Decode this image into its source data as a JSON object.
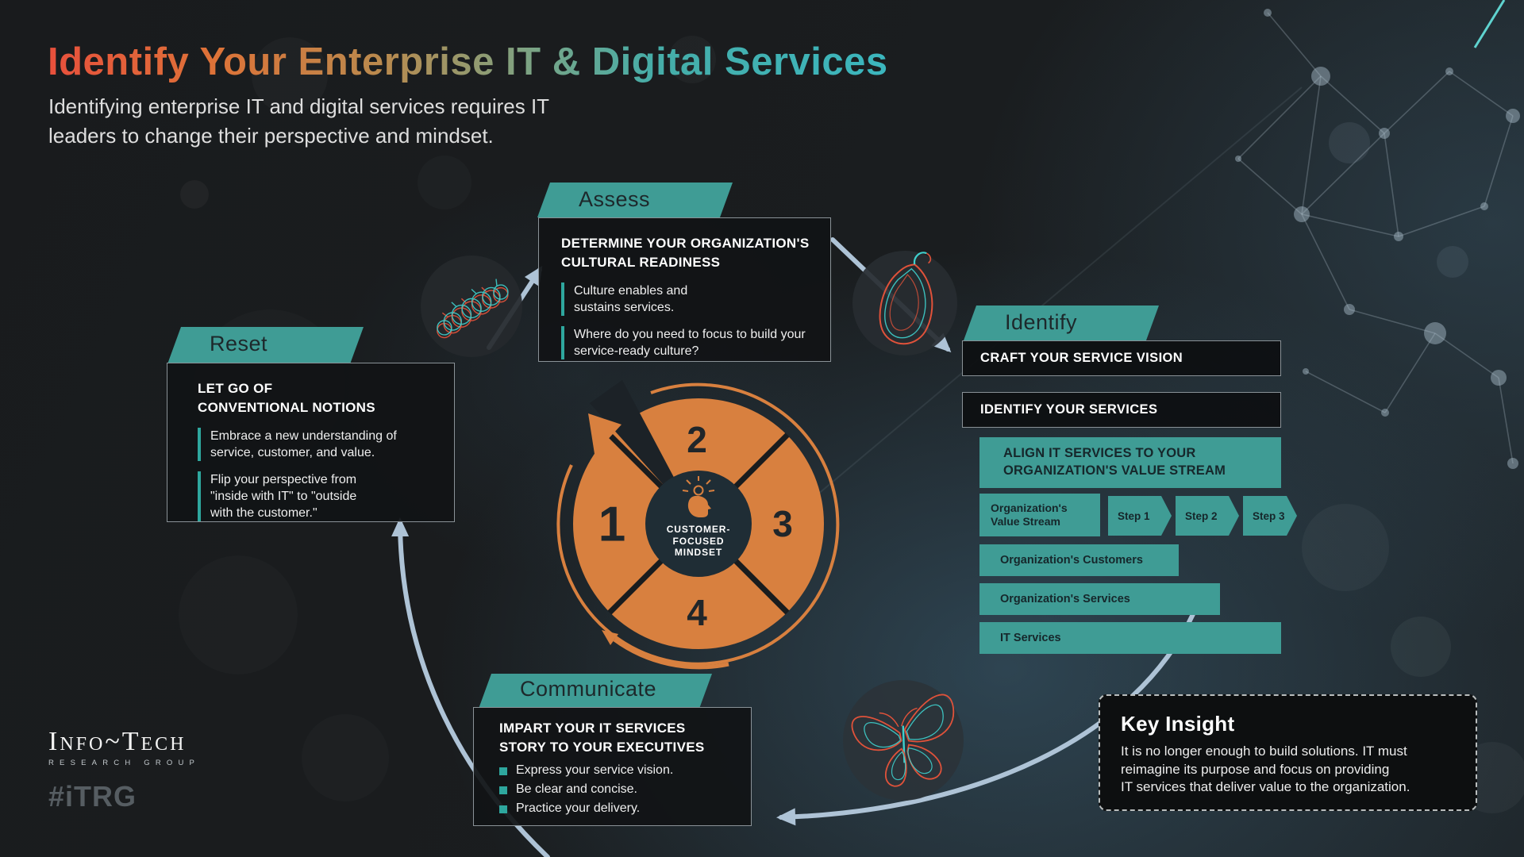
{
  "header": {
    "title": "Identify Your Enterprise IT & Digital Services",
    "subtitle_line1": "Identifying enterprise IT and digital services requires IT",
    "subtitle_line2": "leaders to change their perspective and mindset."
  },
  "colors": {
    "accent_teal": "#3f9c95",
    "accent_orange": "#d8803f",
    "arrow_blue": "#aec3d6",
    "title_gradient_start": "#e8503c",
    "title_gradient_end": "#3bb6be"
  },
  "stages": {
    "assess": {
      "tab": "Assess",
      "heading": {
        "line1": "DETERMINE YOUR ORGANIZATION'S",
        "line2": "CULTURAL READINESS"
      },
      "bullets": [
        {
          "lines": [
            "Culture enables and",
            "sustains services."
          ]
        },
        {
          "lines": [
            "Where do you need to focus to build your",
            "service-ready culture?"
          ]
        }
      ]
    },
    "reset": {
      "tab": "Reset",
      "heading": {
        "line1": "LET GO OF",
        "line2": "CONVENTIONAL NOTIONS"
      },
      "bullets": [
        {
          "lines": [
            "Embrace a new understanding of",
            "service, customer, and value."
          ]
        },
        {
          "lines": [
            "Flip your perspective from",
            "\"inside with IT\" to \"outside",
            "with the customer.\""
          ]
        }
      ]
    },
    "identify": {
      "tab": "Identify",
      "box1": "CRAFT YOUR SERVICE VISION",
      "box2": "IDENTIFY YOUR SERVICES",
      "align_box": {
        "line1": "ALIGN IT SERVICES TO YOUR",
        "line2": "ORGANIZATION'S VALUE STREAM"
      },
      "value_stream": {
        "line1": "Organization's",
        "line2": "Value Stream"
      },
      "steps": [
        "Step 1",
        "Step 2",
        "Step 3"
      ],
      "row_customers": "Organization's Customers",
      "row_services": "Organization's Services",
      "row_it_services": "IT Services"
    },
    "communicate": {
      "tab": "Communicate",
      "heading": {
        "line1": "IMPART YOUR IT SERVICES",
        "line2": "STORY TO YOUR EXECUTIVES"
      },
      "bullets": [
        "Express your service vision.",
        "Be clear and concise.",
        "Practice your delivery."
      ]
    }
  },
  "center_wheel": {
    "num1": "1",
    "num2": "2",
    "num3": "3",
    "num4": "4",
    "core_line1": "CUSTOMER-",
    "core_line2": "FOCUSED",
    "core_line3": "MINDSET"
  },
  "key_insight": {
    "title": "Key Insight",
    "body_line1": "It is no longer enough to build solutions. IT must",
    "body_line2": "reimagine its purpose and focus on providing",
    "body_line3": "IT services that deliver value to the organization."
  },
  "branding": {
    "logo_main": "Info~Tech",
    "logo_sub": "RESEARCH GROUP",
    "logo_hash": "#iTRG"
  },
  "icons": {
    "center": "lightbulb-head-icon",
    "transition_reset_assess": "caterpillar-icon",
    "transition_assess_identify": "chrysalis-icon",
    "transition_identify_communicate": "butterfly-icon"
  }
}
